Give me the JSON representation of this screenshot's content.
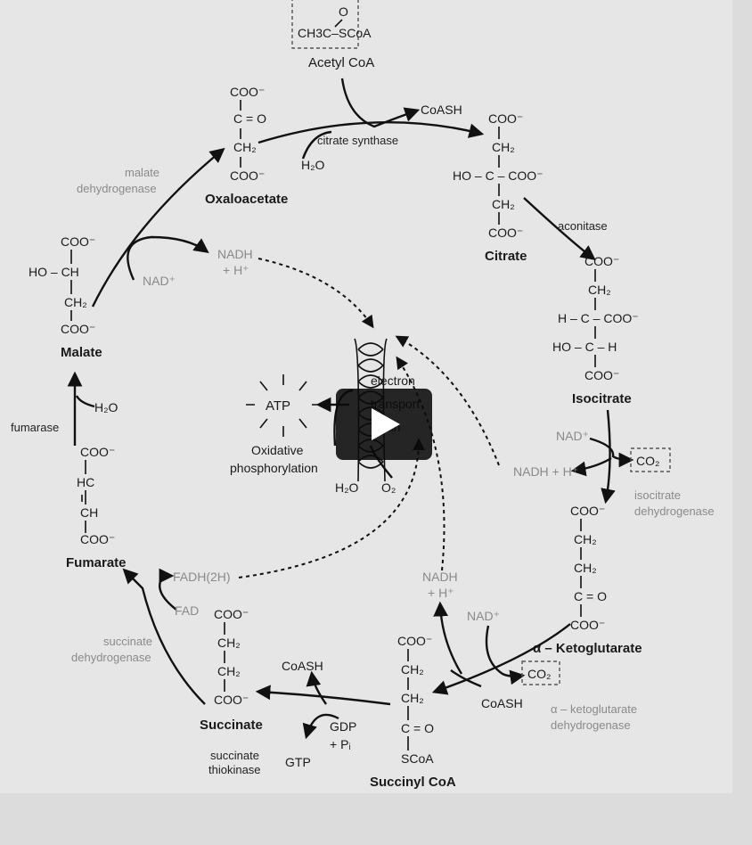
{
  "molecules": {
    "acetyl_coa": {
      "structure": "CH3C–SCoA",
      "oxygen": "O",
      "name": "Acetyl CoA"
    },
    "citrate": {
      "lines": [
        "COO⁻",
        "CH₂",
        "HO – C – COO⁻",
        "CH₂",
        "COO⁻"
      ],
      "name": "Citrate"
    },
    "isocitrate": {
      "lines": [
        "COO⁻",
        "CH₂",
        "H – C – COO⁻",
        "HO – C – H",
        "COO⁻"
      ],
      "name": "Isocitrate"
    },
    "alpha_ketoglutarate": {
      "lines": [
        "COO⁻",
        "CH₂",
        "CH₂",
        "C = O",
        "COO⁻"
      ],
      "name": "α – Ketoglutarate"
    },
    "succinyl_coa": {
      "lines": [
        "COO⁻",
        "CH₂",
        "CH₂",
        "C = O",
        "SCoA"
      ],
      "name": "Succinyl CoA"
    },
    "succinate": {
      "lines": [
        "COO⁻",
        "CH₂",
        "CH₂",
        "COO⁻"
      ],
      "name": "Succinate"
    },
    "fumarate": {
      "lines": [
        "COO⁻",
        "HC",
        "CH",
        "COO⁻"
      ],
      "name": "Fumarate"
    },
    "malate": {
      "lines": [
        "COO⁻",
        "HO – CH",
        "CH₂",
        "COO⁻"
      ],
      "name": "Malate"
    },
    "oxaloacetate": {
      "lines": [
        "COO⁻",
        "C = O",
        "CH₂",
        "COO⁻"
      ],
      "name": "Oxaloacetate"
    }
  },
  "enzymes": {
    "citrate_synthase": "citrate synthase",
    "aconitase": "aconitase",
    "isocitrate_dh": [
      "isocitrate",
      "dehydrogenase"
    ],
    "akg_dh": [
      "α – ketoglutarate",
      "dehydrogenase"
    ],
    "succinate_thiokinase": [
      "succinate",
      "thiokinase"
    ],
    "succinate_dh": [
      "succinate",
      "dehydrogenase"
    ],
    "fumarase": "fumarase",
    "malate_dh": [
      "malate",
      "dehydrogenase"
    ]
  },
  "cofactors": {
    "coash_top": "CoASH",
    "h2o_top": "H₂O",
    "nad_isocitrate": "NAD⁺",
    "nadh_isocitrate": "NADH + H⁺",
    "co2_isocitrate": "CO₂",
    "nad_akg": "NAD⁺",
    "co2_akg": "CO₂",
    "nadh_akg": [
      "NADH",
      "+ H⁺"
    ],
    "coash_akg": "CoASH",
    "coash_succ": "CoASH",
    "gdp": "GDP",
    "pi": "+ Pᵢ",
    "gtp": "GTP",
    "fad": "FAD",
    "fadh2": "FADH(2H)",
    "h2o_fumarase": "H₂O",
    "nad_malate": "NAD⁺",
    "nadh_malate": [
      "NADH",
      "+ H⁺"
    ]
  },
  "electron_transport": {
    "lines": [
      "electron",
      "transport",
      "chain"
    ],
    "atp": "ATP",
    "oxphos": [
      "Oxidative",
      "phosphorylation"
    ],
    "h2o": "H₂O",
    "o2": "O₂"
  },
  "colors": {
    "background": "#e6e6e6",
    "ink": "#1a1a1a",
    "grey_label": "#8a8a8a",
    "play_overlay": "#0a0a0a"
  }
}
